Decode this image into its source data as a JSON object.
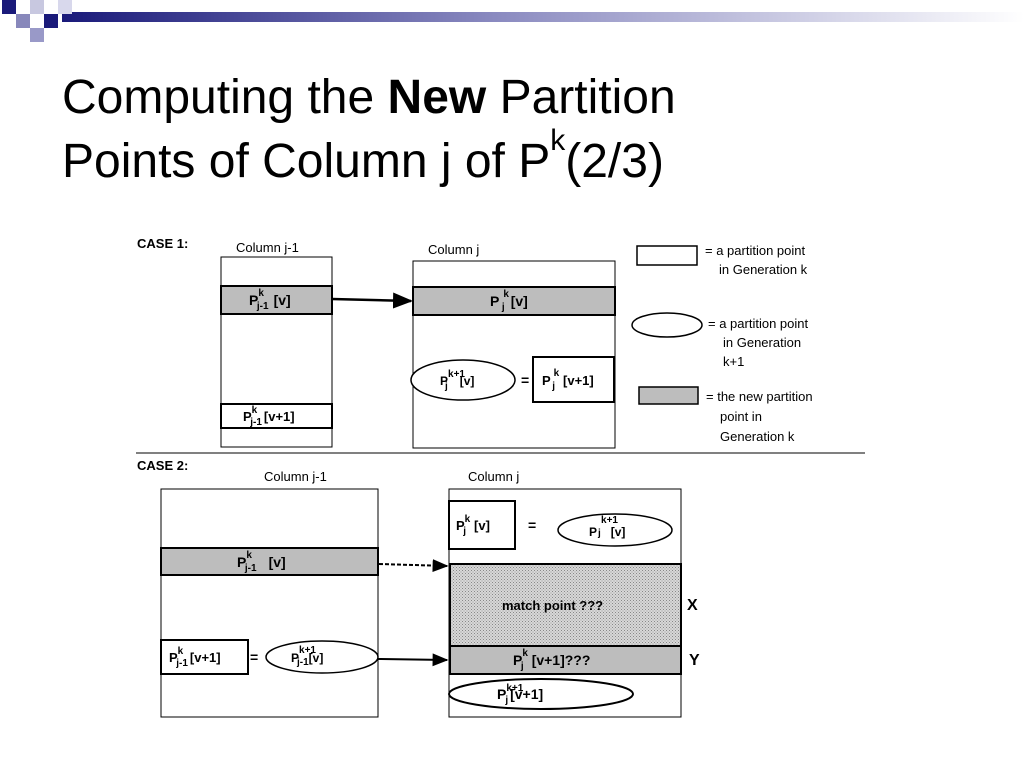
{
  "slide": {
    "title_part1": "Computing the ",
    "title_bold": "New",
    "title_part2": " Partition",
    "title_line2": "Points of Column j of P",
    "title_sup": "k",
    "title_suffix": "(2/3)"
  },
  "colors": {
    "accent_dark": "#1a1a7a",
    "accent_mid": "#6f6fb0",
    "new_point_fill": "#bdbdbd",
    "match_fill": "#cfcfcf"
  },
  "case1": {
    "label": "CASE 1:",
    "col_left": "Column j-1",
    "col_right": "Column j",
    "box_left_top": {
      "base": "P",
      "sup": "k",
      "sub": "j-1",
      "arg": "[v]"
    },
    "box_left_bottom": {
      "base": "P",
      "sup": "k",
      "sub": "j-1",
      "arg": "[v+1]"
    },
    "box_right_top": {
      "base": "P",
      "sup": "k",
      "sub": "j",
      "arg": "[v]"
    },
    "oval_right": {
      "base": "P",
      "sup": "k+1",
      "sub": "j",
      "arg": "[v]"
    },
    "equals": "=",
    "box_right_eq": {
      "base": "P",
      "sup": "k",
      "sub": "j",
      "arg": "[v+1]"
    }
  },
  "legend": {
    "rect_line1": "= a partition point",
    "rect_line2": "in Generation k",
    "oval_line1": "= a partition point",
    "oval_line2": "in Generation",
    "oval_line3": "k+1",
    "gray_line1": "= the new partition",
    "gray_line2": "point  in",
    "gray_line3": "Generation k"
  },
  "case2": {
    "label": "CASE 2:",
    "col_left": "Column j-1",
    "col_right": "Column j",
    "box_right_top": {
      "base": "P",
      "sup": "k",
      "sub": "j",
      "arg": "[v]"
    },
    "equals_top": "=",
    "oval_right_top": {
      "base": "P",
      "sup": "k+1",
      "sub": "j",
      "arg": "[v]"
    },
    "box_left_mid": {
      "base": "P",
      "sup": "k",
      "sub": "j-1",
      "arg": "[v]"
    },
    "match_text": "match point ???",
    "x_label": "X",
    "box_left_bottom": {
      "base": "P",
      "sup": "k",
      "sub": "j-1",
      "arg": "[v+1]"
    },
    "equals_bottom": "=",
    "oval_left_bottom": {
      "base": "P",
      "sup": "k+1",
      "sub": "j-1",
      "arg": "[v]"
    },
    "box_right_y": {
      "base": "P",
      "sup": "k",
      "sub": "j",
      "arg": "[v+1]???"
    },
    "y_label": "Y",
    "oval_right_bottom": {
      "base": "P",
      "sup": "k+1",
      "sub": "j",
      "arg": "[v+1]"
    }
  }
}
